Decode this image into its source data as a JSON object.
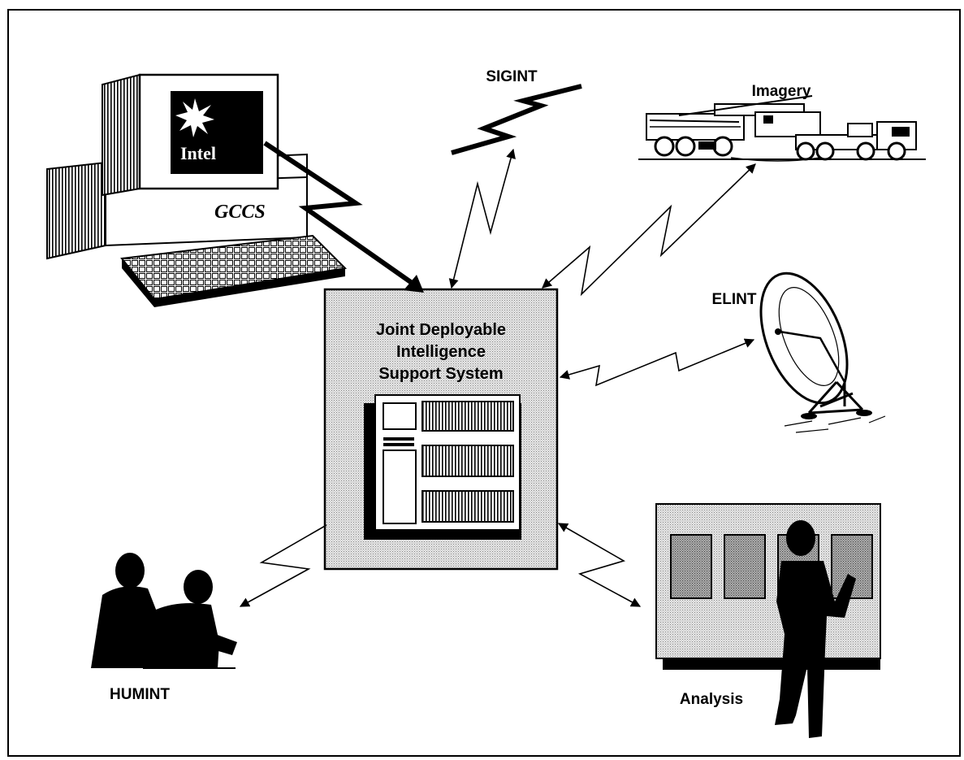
{
  "diagram": {
    "center_label_lines": [
      "Joint Deployable",
      "Intelligence",
      "Support System"
    ],
    "nodes": {
      "sigint": "SIGINT",
      "imagery": "Imagery",
      "elint": "ELINT",
      "humint": "HUMINT",
      "analysis": "Analysis"
    },
    "computer": {
      "screen_text": "Intel",
      "case_label": "GCCS"
    }
  },
  "colors": {
    "ink": "#000000",
    "shade": "#d9d9d9",
    "shade_dark": "#9a9a9a",
    "paper": "#ffffff"
  }
}
